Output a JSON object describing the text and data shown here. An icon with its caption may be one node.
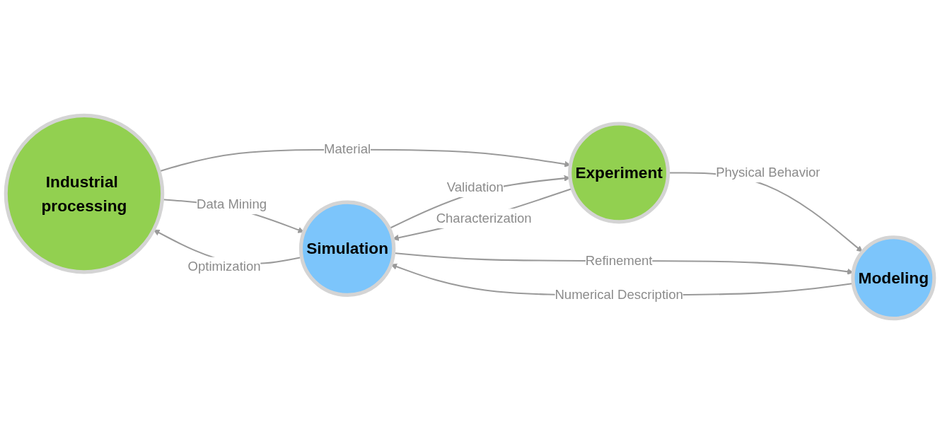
{
  "diagram": {
    "nodes": [
      {
        "text": [
          "Industrial processing"
        ]
      },
      {
        "text": [
          "Experiment"
        ]
      },
      {
        "text": [
          "Simulation"
        ]
      },
      {
        "text": [
          "Modeling"
        ]
      }
    ],
    "edges": [
      {
        "from": 0,
        "to": 2,
        "label": "Data Mining",
        "arrow": "to"
      },
      {
        "from": 1,
        "to": 3,
        "label": "Physical Behavior",
        "arrow": "to"
      },
      {
        "from": 0,
        "to": 1,
        "label": "Material",
        "arrow": "to"
      },
      {
        "from": 1,
        "to": 2,
        "label": "Characterization",
        "arrow": "to"
      },
      {
        "from": 2,
        "to": 3,
        "label": "Refinement",
        "arrow": "to"
      },
      {
        "from": 2,
        "to": 1,
        "label": "Validation",
        "arrow": "to"
      },
      {
        "from": 3,
        "to": 2,
        "label": "Numerical Description",
        "arrow": "to"
      },
      {
        "from": 2,
        "to": 0,
        "label": "Optimization",
        "arrow": "to"
      }
    ]
  }
}
